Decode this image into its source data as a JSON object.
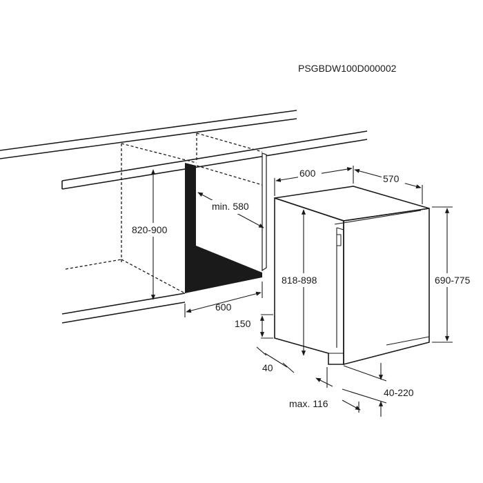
{
  "model_code": "PSGBDW100D000002",
  "dimensions": {
    "niche_height": "820-900",
    "niche_depth_min": "min. 580",
    "niche_width": "600",
    "appliance_width": "600",
    "appliance_depth": "570",
    "appliance_height": "818-898",
    "door_height": "690-775",
    "plinth_height": "150",
    "plinth_setback": "40",
    "plinth_adjust": "40-220",
    "max_depth": "max. 116"
  }
}
